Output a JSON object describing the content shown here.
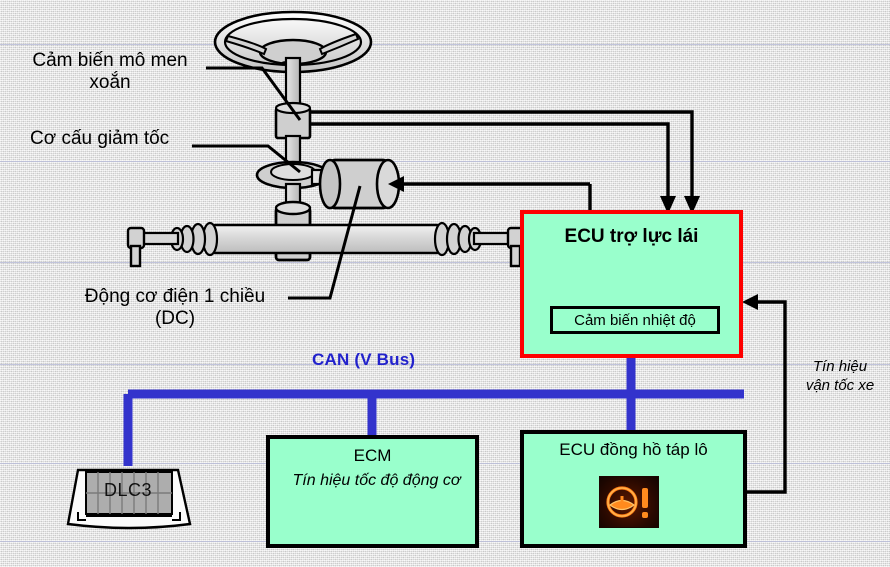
{
  "diagram": {
    "title": "Electric Power Steering (EPS) system layout",
    "background_color": "#e9e9e9",
    "rule_line_color": "#b9bcd8",
    "box_fill_color": "#99ffcc",
    "ecu_border_color": "#ff0000",
    "can_bus_color": "#3333cc",
    "wire_color": "#000000",
    "warning_lamp_color": "#ff6a00"
  },
  "labels": {
    "torque_sensor": "Cảm biến mô men\nxoắn",
    "reduction_gear": "Cơ cấu giảm tốc",
    "dc_motor": "Động cơ điện 1 chiều\n(DC)",
    "can_bus": "CAN (V Bus)",
    "vehicle_speed_signal": "Tín hiệu\nvận tốc xe"
  },
  "boxes": {
    "ecu": {
      "title": "ECU trợ lực lái",
      "temperature_sensor": "Cảm biến nhiệt độ"
    },
    "ecm": {
      "title": "ECM",
      "subtitle": "Tín hiệu tốc độ động\ncơ"
    },
    "meter": {
      "title": "ECU đồng hồ táp lô",
      "warning_lamp_icon": "steering-warning-lamp-icon"
    },
    "dlc3": {
      "label": "DLC3"
    }
  },
  "icons": {
    "steering_wheel": "steering-wheel-icon",
    "motor": "dc-motor-icon",
    "reduction_gear": "reduction-gear-icon",
    "rack": "steering-rack-icon",
    "connector": "dlc3-connector-icon",
    "warning": "steering-warning-lamp-icon"
  }
}
